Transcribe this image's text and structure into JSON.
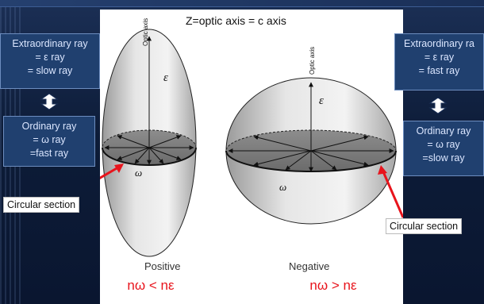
{
  "figure": {
    "top_caption": "Z=optic axis = c axis",
    "left": {
      "axis_label": "Optic axis",
      "epsilon_label": "ε",
      "omega_label": "ω",
      "panel_label": "Positive",
      "inequality": "nω < nε"
    },
    "right": {
      "axis_label": "Optic axis",
      "epsilon_label": "ε",
      "omega_label": "ω",
      "panel_label": "Negative",
      "inequality": "nω > nε"
    }
  },
  "left_side": {
    "extraordinary_box": [
      "Extraordinary ray",
      "= ε ray",
      "= slow ray"
    ],
    "ordinary_box": [
      "Ordinary ray",
      "= ω ray",
      "=fast ray"
    ],
    "callout": "Circular section"
  },
  "right_side": {
    "extraordinary_box": [
      "Extraordinary ra",
      "= ε ray",
      "= fast ray"
    ],
    "ordinary_box": [
      "Ordinary ray",
      "= ω ray",
      "=slow ray"
    ],
    "callout": "Circular section"
  },
  "colors": {
    "background": "#0b1a33",
    "box_fill": "#20406f",
    "box_text": "#dbe6ff",
    "highlight_red": "#e8141c"
  }
}
